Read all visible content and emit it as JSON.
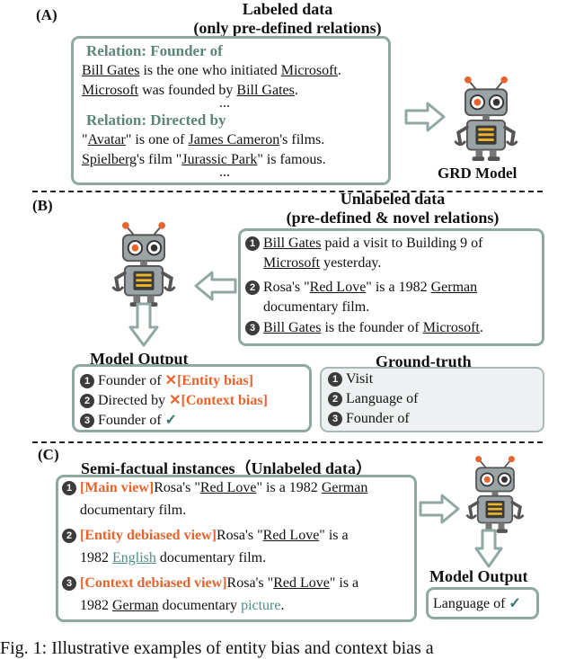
{
  "sectionA": {
    "id": "(A)",
    "title_line1": "Labeled data",
    "title_line2": "(only pre-defined relations)",
    "rel1": "Relation: Founder of",
    "rel1_s1": {
      "e1": "Bill Gates",
      "t1": " is the one who initiated ",
      "e2": "Microsoft",
      "t2": "."
    },
    "rel1_s2": {
      "e1": "Microsoft",
      "t1": " was founded by ",
      "e2": "Bill Gates",
      "t2": "."
    },
    "ellipsis": "...",
    "rel2": "Relation: Directed by",
    "rel2_s1": {
      "t0": "\"",
      "e1": "Avatar",
      "t1": "\" is one of ",
      "e2": "James Cameron",
      "t2": "'s films."
    },
    "rel2_s2": {
      "e1": "Spielberg",
      "t1": "'s film \"",
      "e2": "Jurassic Park",
      "t2": "\" is famous."
    },
    "model_label": "GRD Model"
  },
  "sectionB": {
    "id": "(B)",
    "title_line1": "Unlabeled data",
    "title_line2": "(pre-defined & novel relations)",
    "items": [
      {
        "n": "1",
        "e1": "Bill Gates",
        "t1": " paid a visit to Building 9 of",
        "e2": "Microsoft",
        "t2": " yesterday."
      },
      {
        "n": "2",
        "t0": "Rosa's \"",
        "e1": "Red Love",
        "t1": "\" is a 1982 ",
        "e2": "German",
        "t2": "documentary film."
      },
      {
        "n": "3",
        "e1": "Bill Gates",
        "t1": " is the founder of ",
        "e2": "Microsoft",
        "t2": "."
      }
    ],
    "model_output_title": "Model Output",
    "outputs": [
      {
        "n": "1",
        "label": "Founder of ",
        "bias": "[Entity bias]"
      },
      {
        "n": "2",
        "label": "Directed by ",
        "bias": "[Context bias]"
      },
      {
        "n": "3",
        "label": "Founder of "
      }
    ],
    "ground_truth_title": "Ground-truth",
    "ground_truth": [
      {
        "n": "1",
        "label": "Visit"
      },
      {
        "n": "2",
        "label": "Language of"
      },
      {
        "n": "3",
        "label": "Founder of"
      }
    ],
    "cross": "✕",
    "check": "✓"
  },
  "sectionC": {
    "id": "(C)",
    "title": "Semi-factual instances（Unlabeled data）",
    "views": [
      {
        "n": "1",
        "view": "[Main view]",
        "t0": "Rosa's \"",
        "e1": "Red Love",
        "t1": "\" is a 1982 ",
        "e2": "German",
        "l2": "documentary film."
      },
      {
        "n": "2",
        "view": "[Entity debiased view]",
        "t0": "Rosa's \"",
        "e1": "Red Love",
        "t1": "\" is a",
        "l2a": "1982 ",
        "e2": "English",
        "l2b": " documentary film."
      },
      {
        "n": "3",
        "view": "[Context debiased view]",
        "t0": "Rosa's \"",
        "e1": "Red Love",
        "t1": "\" is a",
        "l2a": "1982 ",
        "e2": "German",
        "l2b": " documentary ",
        "w": "picture",
        "l2c": "."
      }
    ],
    "model_output_title": "Model Output",
    "output": "Language of "
  },
  "caption": "Fig. 1: Illustrative examples of entity bias and context bias a",
  "colors": {
    "box": "#8fa8a3",
    "accent": "#e8642c",
    "relation": "#5c8579",
    "teal": "#4f8c86",
    "check": "#2f7a6e"
  }
}
